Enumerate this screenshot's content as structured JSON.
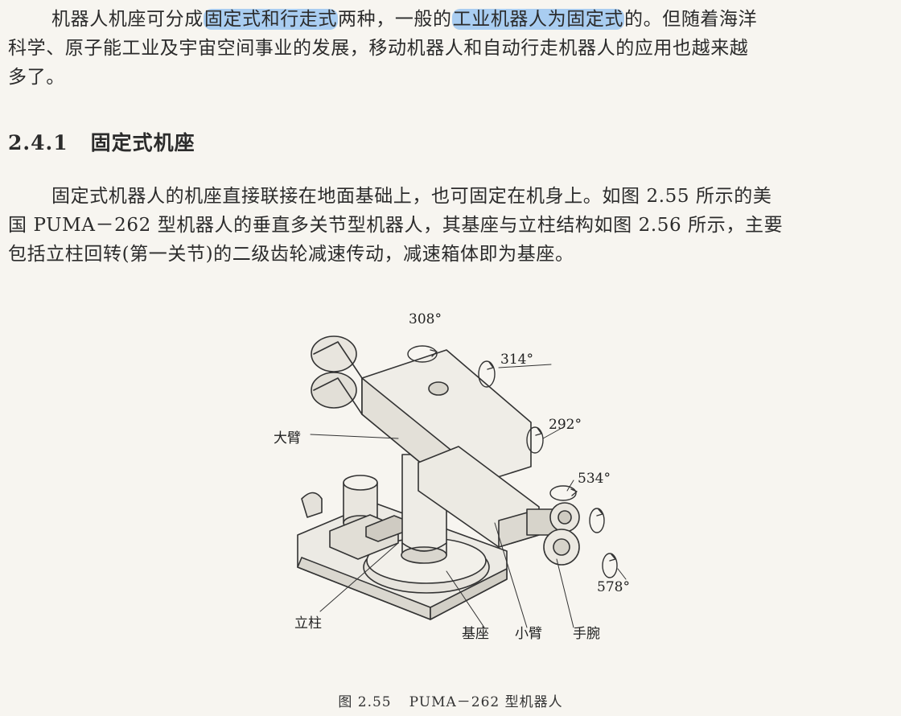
{
  "para1": {
    "line1_a": "机器人机座可分成",
    "line1_hl1": "固定式和行走式",
    "line1_b": "两种，一般的",
    "line1_hl2": "工业机器人为固定式",
    "line1_c": "的。但随着海洋",
    "line2": "科学、原子能工业及宇宙空间事业的发展，移动机器人和自动行走机器人的应用也越来越",
    "line3": "多了。"
  },
  "heading": {
    "number": "2.4.1",
    "title": "固定式机座"
  },
  "para2": {
    "line1": "固定式机器人的机座直接联接在地面基础上，也可固定在机身上。如图 2.55 所示的美",
    "line2": "国 PUMA－262 型机器人的垂直多关节型机器人，其基座与立柱结构如图 2.56 所示，主要",
    "line3": "包括立柱回转(第一关节)的二级齿轮减速传动，减速箱体即为基座。"
  },
  "figure": {
    "labels": {
      "big_arm": "大臂",
      "column": "立柱",
      "base": "基座",
      "small_arm": "小臂",
      "wrist": "手腕"
    },
    "angles": {
      "a1": "308°",
      "a2": "314°",
      "a3": "292°",
      "a4": "534°",
      "a5": "578°"
    },
    "caption_fig": "图 2.55",
    "caption_title": "PUMA－262 型机器人"
  }
}
